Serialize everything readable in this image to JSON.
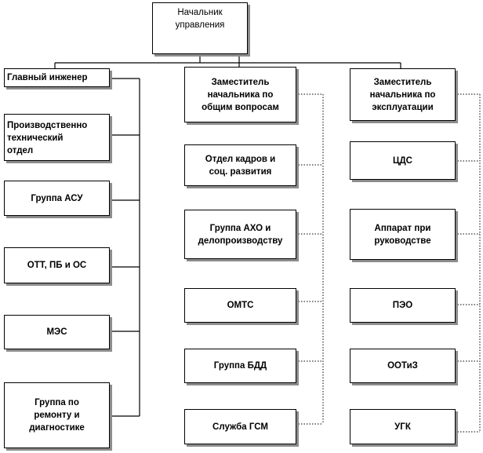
{
  "nodes": {
    "head": "Начальник\nуправления",
    "chief_engineer": "Главный инженер",
    "deputy_general": "Заместитель\nначальника по\nобщим вопросам",
    "deputy_operations": "Заместитель\nначальника по\nэксплуатации",
    "pto": "Производственно\nтехнический\nотдел",
    "asu": "Группа АСУ",
    "ott": "ОТТ, ПБ и ОС",
    "mes": "МЭС",
    "repair": "Группа по\nремонту и\nдиагностике",
    "hr": "Отдел кадров и\nсоц. развития",
    "aho": "Группа  АХО и\nделопроизводству",
    "omts": "ОМТС",
    "bdd": "Группа БДД",
    "gsm": "Служба ГСМ",
    "cds": "ЦДС",
    "apparat": "Аппарат при\nруководстве",
    "peo": "ПЭО",
    "ootiz": "ООТиЗ",
    "ugk": "УГК"
  }
}
